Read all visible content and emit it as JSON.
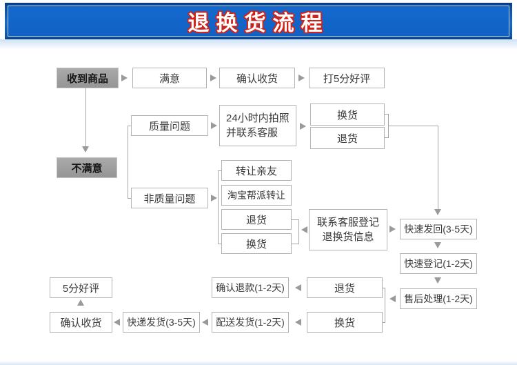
{
  "header": {
    "title": "退换货流程"
  },
  "colors": {
    "banner_blue": "#1161c4",
    "title_fill": "#ffffff",
    "title_outline": "#d42015",
    "box_border": "#b3b3b3",
    "gray_box_bg": "#9c9c9c",
    "arrow_gray": "#9a9a9a"
  },
  "nodes": {
    "receive": "收到商品",
    "satisfied": "满意",
    "confirm_receipt_top": "确认收货",
    "five_star_top": "打5分好评",
    "unsatisfied": "不满意",
    "quality_issue": "质量问题",
    "photo24_l1": "24小时内拍照",
    "photo24_l2": "并联系客服",
    "exchange_top": "换货",
    "return_top": "退货",
    "non_quality": "非质量问题",
    "transfer_friend": "转让亲友",
    "taobao_transfer": "淘宝帮派转让",
    "return_mid": "退货",
    "exchange_mid": "换货",
    "contact_l1": "联系客服登记",
    "contact_l2": "退换货信息",
    "fast_return": "快速发回(3-5天)",
    "fast_register": "快速登记(1-2天)",
    "aftersale": "售后处理(1-2天)",
    "return_bottom": "退货",
    "exchange_bottom": "换货",
    "confirm_refund": "确认退款(1-2天)",
    "delivery_ship": "配送发货(1-2天)",
    "express_ship": "快递发货(3-5天)",
    "confirm_receipt_bottom": "确认收货",
    "five_star_bottom": "5分好评"
  }
}
